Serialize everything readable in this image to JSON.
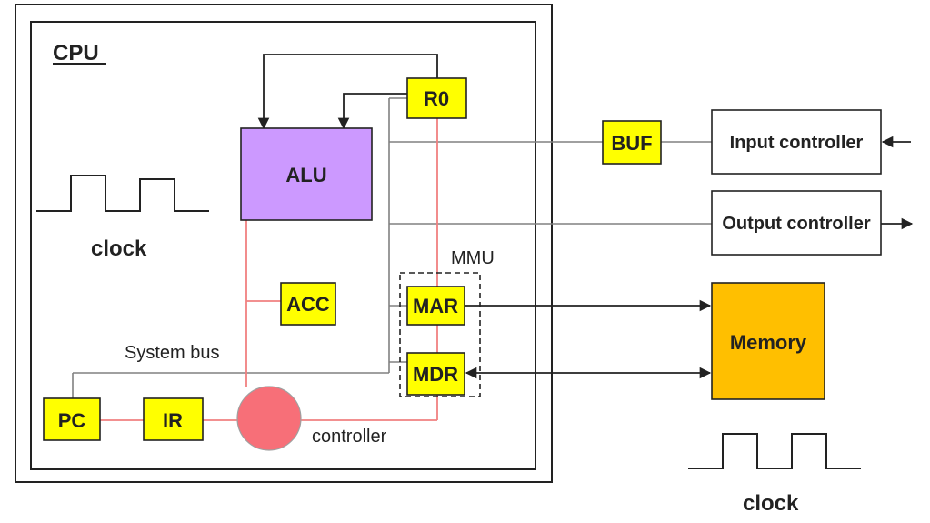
{
  "labels": {
    "cpu": "CPU",
    "clock_left": "clock",
    "clock_right": "clock",
    "system_bus": "System bus",
    "controller": "controller",
    "mmu": "MMU"
  },
  "blocks": {
    "alu": "ALU",
    "r0": "R0",
    "acc": "ACC",
    "mar": "MAR",
    "mdr": "MDR",
    "pc": "PC",
    "ir": "IR",
    "buf": "BUF",
    "input_controller": "Input controller",
    "output_controller": "Output controller",
    "memory": "Memory"
  },
  "colors": {
    "register_fill": "#ffff00",
    "alu_fill": "#cc99ff",
    "memory_fill": "#ffbf00",
    "controller_fill": "#f76f78",
    "control_line": "#f08080",
    "bus_line": "#808080",
    "outline": "#222222"
  }
}
